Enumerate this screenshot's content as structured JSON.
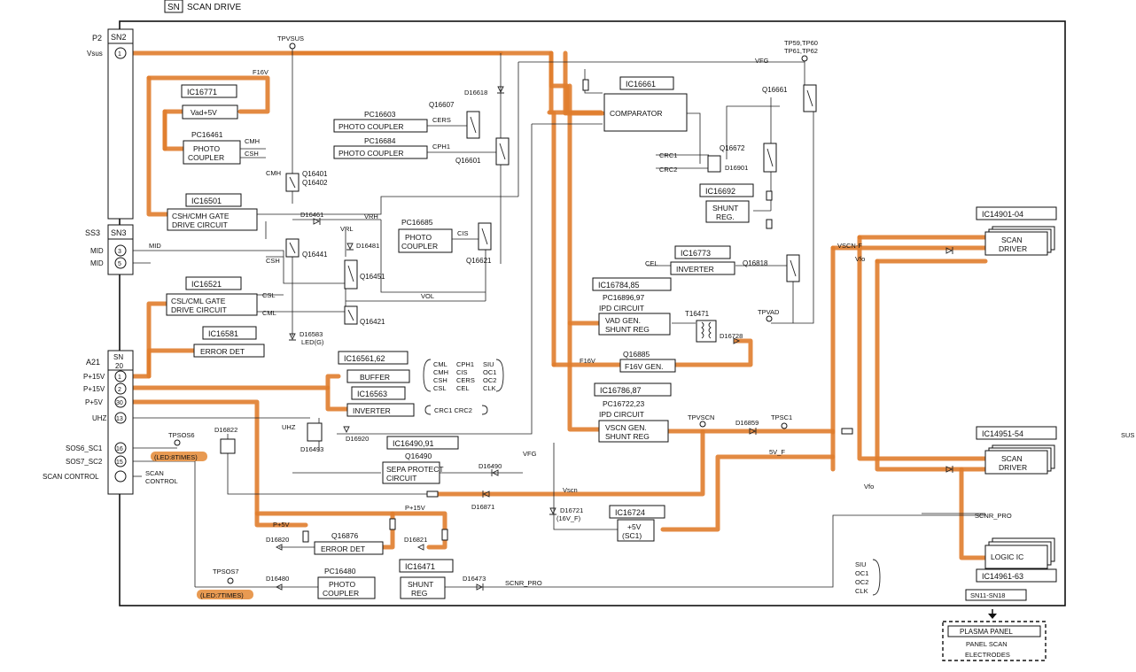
{
  "colors": {
    "highlight": "#e07d2e",
    "line": "#222222",
    "background": "#ffffff"
  },
  "header": {
    "tag": "SN",
    "title": "SCAN DRIVE"
  },
  "connectors": {
    "p2": "P2",
    "sn2": "SN2",
    "vsus": "Vsus",
    "ss3": "SS3",
    "sn3": "SN3",
    "a21": "A21",
    "sn20": "SN\n20",
    "sn20_a": "SN",
    "sn20_b": "20"
  },
  "pins": {
    "p1": "1",
    "p3": "3",
    "p5": "5",
    "p1b": "1",
    "p2": "2",
    "p30": "30",
    "p13": "13",
    "p16": "16",
    "p15": "15"
  },
  "labels_left": {
    "mid1": "MID",
    "mid2": "MID",
    "p15v1": "P+15V",
    "p15v2": "P+15V",
    "p5v": "P+5V",
    "uhz": "UHZ",
    "sos6": "SOS6_SC1",
    "sos7": "SOS7_SC2",
    "scan_control": "SCAN CONTROL",
    "scan_control_r1": "SCAN",
    "scan_control_r2": "CONTROL"
  },
  "testpoints": {
    "tpvsus": "TPVSUS",
    "tp59": "TP59,TP60",
    "tp61": "TP61,TP62",
    "tpvad": "TPVAD",
    "tpvscn": "TPVSCN",
    "tpsc1": "TPSC1",
    "tpsos6": "TPSOS6",
    "tpsos7": "TPSOS7"
  },
  "leds": {
    "led8": "(LED:8TIMES)",
    "led7": "(LED:7TIMES)",
    "ledg": "LED(G)"
  },
  "ics": {
    "ic16771": "IC16771",
    "vad5v": "Vad+5V",
    "pc16461": "PC16461",
    "photo1": "PHOTO",
    "coupler1": "COUPLER",
    "ic16501": "IC16501",
    "csh_gate1": "CSH/CMH GATE",
    "csh_gate2": "DRIVE CIRCUIT",
    "ic16521": "IC16521",
    "csl_gate1": "CSL/CML GATE",
    "csl_gate2": "DRIVE CIRCUIT",
    "ic16581": "IC16581",
    "error_det1": "ERROR DET",
    "pc16603": "PC16603",
    "photo_coupler_a": "PHOTO COUPLER",
    "pc16684": "PC16684",
    "photo_coupler_b": "PHOTO COUPLER",
    "pc16685": "PC16685",
    "photo3": "PHOTO",
    "coupler3": "COUPLER",
    "ic16561": "IC16561,62",
    "buffer": "BUFFER",
    "ic16563": "IC16563",
    "inverter1": "INVERTER",
    "ic16490": "IC16490,91",
    "q16490": "Q16490",
    "sepa1": "SEPA PROTECT",
    "sepa2": "CIRCUIT",
    "ic16661": "IC16661",
    "comparator": "COMPARATOR",
    "ic16692": "IC16692",
    "shunt1": "SHUNT",
    "reg1": "REG.",
    "ic16773": "IC16773",
    "inverter2": "INVERTER",
    "ic16784": "IC16784,85",
    "pc16896": "PC16896,97",
    "ipd1": "IPD CIRCUIT",
    "vadgen1": "VAD GEN.",
    "vadgen2": "SHUNT REG",
    "q16885": "Q16885",
    "f16vgen": "F16V GEN.",
    "ic16786": "IC16786,87",
    "pc16722": "PC16722,23",
    "ipd2": "IPD CIRCUIT",
    "vscngen1": "VSCN GEN.",
    "vscngen2": "SHUNT REG",
    "ic16724": "IC16724",
    "p5v_sc1a": "+5V",
    "p5v_sc1b": "(SC1)",
    "q16876": "Q16876",
    "error_det2": "ERROR DET",
    "pc16480": "PC16480",
    "photo4": "PHOTO",
    "coupler4": "COUPLER",
    "ic16471": "IC16471",
    "shunt2": "SHUNT",
    "reg2": "REG",
    "ic14901": "IC14901-04",
    "scan1": "SCAN",
    "driver1": "DRIVER",
    "ic14951": "IC14951-54",
    "scan2": "SCAN",
    "driver2": "DRIVER",
    "logic": "LOGIC IC",
    "ic14961": "IC14961-63",
    "sn11": "SN11-SN18"
  },
  "transistors": {
    "q16401": "Q16401",
    "q16402": "Q16402",
    "q16441": "Q16441",
    "q16451": "Q16451",
    "q16421": "Q16421",
    "q16607": "Q16607",
    "q16601": "Q16601",
    "q16621": "Q16621",
    "q16661": "Q16661",
    "q16672": "Q16672",
    "q16818": "Q16818",
    "t16471": "T16471"
  },
  "diodes": {
    "d16618": "D16618",
    "d16461": "D16461",
    "d16481": "D16481",
    "d16583": "D16583",
    "d16822": "D16822",
    "d16493": "D16493",
    "d16920": "D16920",
    "d16490": "D16490",
    "d16871": "D16871",
    "d16721": "D16721",
    "d16721b": "(16V_F)",
    "d16820": "D16820",
    "d16821": "D16821",
    "d16480": "D16480",
    "d16473": "D16473",
    "d16901": "D16901",
    "d16728": "D16728",
    "d16859": "D16859"
  },
  "signals": {
    "f16v": "F16V",
    "vfg": "VFG",
    "vfg2": "VFG",
    "cmh": "CMH",
    "csh": "CSH",
    "cmh2": "CMH",
    "csh2": "CSH",
    "cers": "CERS",
    "cph1": "CPH1",
    "cis": "CIS",
    "vrh": "VRH",
    "vrl": "VRL",
    "mid": "MID",
    "csl": "CSL",
    "cml": "CML",
    "vol": "VOL",
    "uhz": "UHZ",
    "vscn": "Vscn",
    "p15v": "P+15V",
    "p5v": "P+5V",
    "crc1": "CRC1",
    "crc2": "CRC2",
    "cel": "CEL",
    "f16v2": "F16V",
    "vscnf": "VSCN-F",
    "vfo1": "Vfo",
    "vfo2": "Vfo",
    "5vf": "5V_F",
    "scnr_pro1": "SCNR_PRO",
    "scnr_pro2": "SCNR_PRO",
    "sus": "SUS"
  },
  "buffer_outputs": [
    "CML",
    "CPH1",
    "SIU",
    "CMH",
    "CIS",
    "OC1",
    "CSH",
    "CERS",
    "OC2",
    "CSL",
    "CEL",
    "CLK"
  ],
  "inverter_outputs": "CRC1 CRC2",
  "logic_inputs": [
    "SIU",
    "OC1",
    "OC2",
    "CLK"
  ],
  "panel": {
    "line1": "PLASMA PANEL",
    "line2": "PANEL SCAN",
    "line3": "ELECTRODES"
  }
}
